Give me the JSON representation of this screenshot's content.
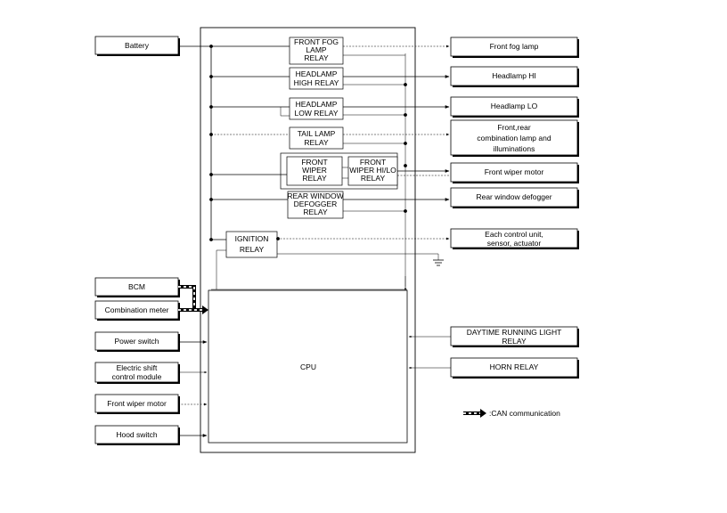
{
  "left_inputs": {
    "battery": "Battery",
    "bcm": "BCM",
    "combination_meter": "Combination meter",
    "power_switch": "Power switch",
    "electric_shift": [
      "Electric shift",
      "control module"
    ],
    "front_wiper_motor": "Front wiper motor",
    "hood_switch": "Hood switch"
  },
  "relays": {
    "front_fog": [
      "FRONT FOG",
      "LAMP",
      "RELAY"
    ],
    "headlamp_high": [
      "HEADLAMP",
      "HIGH RELAY"
    ],
    "headlamp_low": [
      "HEADLAMP",
      "LOW RELAY"
    ],
    "tail_lamp": [
      "TAIL LAMP",
      "RELAY"
    ],
    "front_wiper": [
      "FRONT",
      "WIPER",
      "RELAY"
    ],
    "front_wiper_hilo": [
      "FRONT",
      "WIPER HI/LO",
      "RELAY"
    ],
    "rear_window_defogger": [
      "REAR WINDOW",
      "DEFOGGER",
      "RELAY"
    ],
    "ignition": [
      "IGNITION",
      "RELAY"
    ]
  },
  "cpu": {
    "label": "CPU"
  },
  "right_outputs": {
    "front_fog_lamp": "Front fog lamp",
    "headlamp_hi": "Headlamp HI",
    "headlamp_lo": "Headlamp LO",
    "combination_lamp": [
      "Front,rear",
      "combination lamp and",
      "illuminations"
    ],
    "front_wiper_motor": "Front wiper motor",
    "rear_window_defogger": "Rear window defogger",
    "control_unit": [
      "Each control unit,",
      "sensor, actuator"
    ]
  },
  "right_inputs": {
    "daytime_running_light": [
      "DAYTIME RUNNING LIGHT",
      "RELAY"
    ],
    "horn_relay": "HORN RELAY"
  },
  "legend": {
    "can_label": ":CAN communication"
  }
}
